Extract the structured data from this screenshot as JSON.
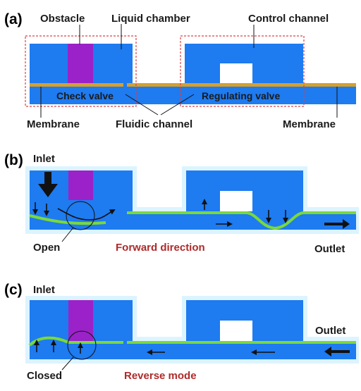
{
  "colors": {
    "fluid": "#1e7bf0",
    "channel_fill": "#0a6ef5",
    "obstacle": "#9b22c8",
    "membrane": "#d6a02a",
    "membrane_deformed": "#7ad93a",
    "highlight": "#dcf4ff",
    "dashed": "#e04040",
    "text": "#1a1a1a",
    "mode_text": "#b02a2a"
  },
  "panel_a": {
    "tag": "(a)",
    "obstacle": "Obstacle",
    "liquid_chamber": "Liquid chamber",
    "control_channel": "Control channel",
    "check_valve": "Check valve",
    "regulating_valve": "Regulating valve",
    "membrane_left": "Membrane",
    "fluidic_channel": "Fluidic channel",
    "membrane_right": "Membrane"
  },
  "panel_b": {
    "tag": "(b)",
    "inlet": "Inlet",
    "open": "Open",
    "mode": "Forward direction",
    "outlet": "Outlet"
  },
  "panel_c": {
    "tag": "(c)",
    "inlet": "Inlet",
    "outlet": "Outlet",
    "closed": "Closed",
    "mode": "Reverse mode"
  }
}
